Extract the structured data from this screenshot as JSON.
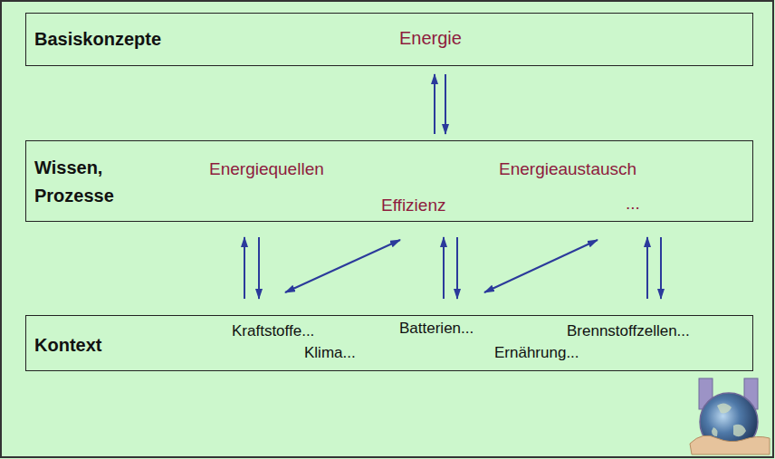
{
  "diagram": {
    "nodes": [
      {
        "text": [
          "Basiskonzepte",
          "Energie"
        ]
      },
      {
        "text": [
          "Wissen, Prozesse",
          "Energiequellen",
          "Energieaustausch",
          "Effizienz",
          "..."
        ]
      },
      {
        "text": [
          "Kontext",
          "Kraftstoffe...",
          "Batterien...",
          "Brennstoffzellen...",
          "Klima...",
          "Ernährung..."
        ]
      }
    ],
    "edges": [
      {
        "from": 0,
        "to": 1,
        "arrow": "to"
      },
      {
        "from": 1,
        "to": 0,
        "arrow": "to"
      },
      {
        "from": 2,
        "to": 1,
        "arrow": "to"
      },
      {
        "from": 1,
        "to": 2,
        "arrow": "to"
      },
      {
        "from": 2,
        "to": 1,
        "arrow": "both"
      },
      {
        "from": 2,
        "to": 1,
        "arrow": "to"
      },
      {
        "from": 1,
        "to": 2,
        "arrow": "to"
      },
      {
        "from": 2,
        "to": 1,
        "arrow": "both"
      },
      {
        "from": 2,
        "to": 1,
        "arrow": "to"
      },
      {
        "from": 1,
        "to": 2,
        "arrow": "to"
      }
    ]
  }
}
